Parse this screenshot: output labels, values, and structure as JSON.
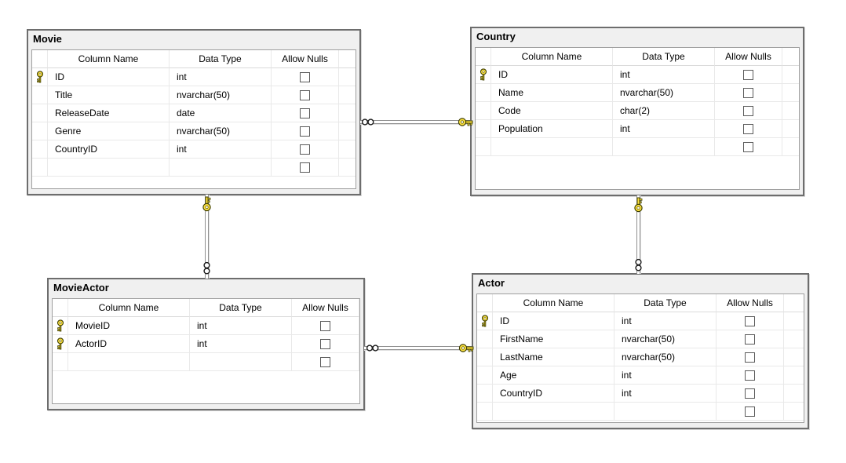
{
  "tables": [
    {
      "name": "Movie",
      "headers": [
        "Column Name",
        "Data Type",
        "Allow Nulls"
      ],
      "columns": [
        {
          "name": "ID",
          "type": "int",
          "primary_key": true,
          "allow_nulls": false
        },
        {
          "name": "Title",
          "type": "nvarchar(50)",
          "primary_key": false,
          "allow_nulls": false
        },
        {
          "name": "ReleaseDate",
          "type": "date",
          "primary_key": false,
          "allow_nulls": false
        },
        {
          "name": "Genre",
          "type": "nvarchar(50)",
          "primary_key": false,
          "allow_nulls": false
        },
        {
          "name": "CountryID",
          "type": "int",
          "primary_key": false,
          "allow_nulls": false
        },
        {
          "name": "",
          "type": "",
          "primary_key": false,
          "allow_nulls": false,
          "empty_row": true
        }
      ]
    },
    {
      "name": "Country",
      "headers": [
        "Column Name",
        "Data Type",
        "Allow Nulls"
      ],
      "columns": [
        {
          "name": "ID",
          "type": "int",
          "primary_key": true,
          "allow_nulls": false
        },
        {
          "name": "Name",
          "type": "nvarchar(50)",
          "primary_key": false,
          "allow_nulls": false
        },
        {
          "name": "Code",
          "type": "char(2)",
          "primary_key": false,
          "allow_nulls": false
        },
        {
          "name": "Population",
          "type": "int",
          "primary_key": false,
          "allow_nulls": false
        },
        {
          "name": "",
          "type": "",
          "primary_key": false,
          "allow_nulls": false,
          "empty_row": true
        }
      ]
    },
    {
      "name": "MovieActor",
      "headers": [
        "Column Name",
        "Data Type",
        "Allow Nulls"
      ],
      "columns": [
        {
          "name": "MovieID",
          "type": "int",
          "primary_key": true,
          "allow_nulls": false
        },
        {
          "name": "ActorID",
          "type": "int",
          "primary_key": true,
          "allow_nulls": false
        },
        {
          "name": "",
          "type": "",
          "primary_key": false,
          "allow_nulls": false,
          "empty_row": true
        }
      ]
    },
    {
      "name": "Actor",
      "headers": [
        "Column Name",
        "Data Type",
        "Allow Nulls"
      ],
      "columns": [
        {
          "name": "ID",
          "type": "int",
          "primary_key": true,
          "allow_nulls": false
        },
        {
          "name": "FirstName",
          "type": "nvarchar(50)",
          "primary_key": false,
          "allow_nulls": false
        },
        {
          "name": "LastName",
          "type": "nvarchar(50)",
          "primary_key": false,
          "allow_nulls": false
        },
        {
          "name": "Age",
          "type": "int",
          "primary_key": false,
          "allow_nulls": false
        },
        {
          "name": "CountryID",
          "type": "int",
          "primary_key": false,
          "allow_nulls": false
        },
        {
          "name": "",
          "type": "",
          "primary_key": false,
          "allow_nulls": false,
          "empty_row": true
        }
      ]
    }
  ],
  "relationships": [
    {
      "tables": [
        "Movie",
        "Country"
      ],
      "one_side": "Country",
      "many_side": "Movie",
      "orientation": "horizontal"
    },
    {
      "tables": [
        "Movie",
        "MovieActor"
      ],
      "one_side": "Movie",
      "many_side": "MovieActor",
      "orientation": "vertical"
    },
    {
      "tables": [
        "Country",
        "Actor"
      ],
      "one_side": "Country",
      "many_side": "Actor",
      "orientation": "vertical"
    },
    {
      "tables": [
        "MovieActor",
        "Actor"
      ],
      "one_side": "Actor",
      "many_side": "MovieActor",
      "orientation": "horizontal"
    }
  ],
  "icons": {
    "primary_key": "key-icon",
    "one_cardinality": "key-icon",
    "many_cardinality": "infinity-icon",
    "allow_nulls_state": "checkbox-unchecked"
  },
  "colors": {
    "background": "#ffffff",
    "window_bg": "#f0f0f0",
    "window_border": "#6d6d6d",
    "grid_bg": "#ffffff",
    "grid_border": "#9f9f9f",
    "grid_line": "#e9e9e9",
    "connector_line": "#8f8f8f",
    "key_fill": "#ffe33e",
    "key_outline": "#3f3f00",
    "text": "#000000"
  }
}
